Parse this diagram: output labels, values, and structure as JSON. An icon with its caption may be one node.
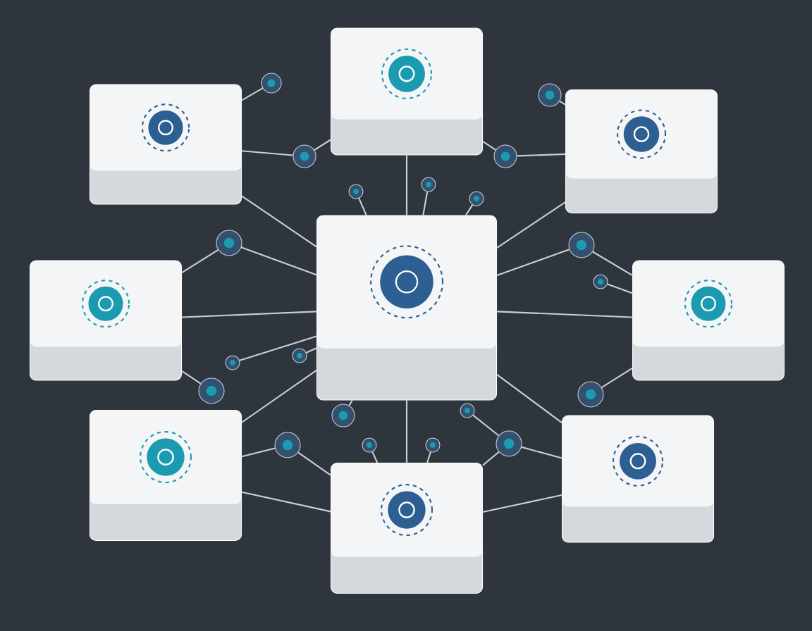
{
  "diagram": {
    "nodes": [
      {
        "text": [],
        "shape": "box"
      },
      {
        "text": [],
        "shape": "box"
      },
      {
        "text": [],
        "shape": "box"
      },
      {
        "text": [],
        "shape": "box"
      },
      {
        "text": [],
        "shape": "box"
      },
      {
        "text": [],
        "shape": "box"
      },
      {
        "text": [],
        "shape": "box"
      },
      {
        "text": [],
        "shape": "box"
      },
      {
        "text": [],
        "shape": "box"
      },
      {
        "text": [],
        "shape": "circle"
      },
      {
        "text": [],
        "shape": "circle"
      },
      {
        "text": [],
        "shape": "circle"
      },
      {
        "text": [],
        "shape": "circle"
      },
      {
        "text": [],
        "shape": "circle"
      },
      {
        "text": [],
        "shape": "circle"
      },
      {
        "text": [],
        "shape": "circle"
      },
      {
        "text": [],
        "shape": "circle"
      },
      {
        "text": [],
        "shape": "circle"
      },
      {
        "text": [],
        "shape": "circle"
      },
      {
        "text": [],
        "shape": "circle"
      },
      {
        "text": [],
        "shape": "circle"
      },
      {
        "text": [],
        "shape": "circle"
      },
      {
        "text": [],
        "shape": "circle"
      },
      {
        "text": [],
        "shape": "circle"
      },
      {
        "text": [],
        "shape": "circle"
      },
      {
        "text": [],
        "shape": "circle"
      },
      {
        "text": [],
        "shape": "circle"
      },
      {
        "text": [],
        "shape": "circle"
      },
      {
        "text": [],
        "shape": "circle"
      }
    ],
    "edges": [
      {
        "from": 9,
        "to": 1,
        "arrow": "none"
      },
      {
        "from": 11,
        "to": 1,
        "arrow": "none"
      },
      {
        "from": 11,
        "to": 0,
        "arrow": "none"
      },
      {
        "from": 12,
        "to": 0,
        "arrow": "none"
      },
      {
        "from": 12,
        "to": 2,
        "arrow": "none"
      },
      {
        "from": 10,
        "to": 2,
        "arrow": "none"
      },
      {
        "from": 0,
        "to": 4,
        "arrow": "none"
      },
      {
        "from": 1,
        "to": 4,
        "arrow": "none"
      },
      {
        "from": 2,
        "to": 4,
        "arrow": "none"
      },
      {
        "from": 20,
        "to": 4,
        "arrow": "none"
      },
      {
        "from": 21,
        "to": 4,
        "arrow": "none"
      },
      {
        "from": 22,
        "to": 4,
        "arrow": "none"
      },
      {
        "from": 13,
        "to": 3,
        "arrow": "none"
      },
      {
        "from": 13,
        "to": 4,
        "arrow": "none"
      },
      {
        "from": 14,
        "to": 5,
        "arrow": "none"
      },
      {
        "from": 14,
        "to": 4,
        "arrow": "none"
      },
      {
        "from": 23,
        "to": 5,
        "arrow": "none"
      },
      {
        "from": 3,
        "to": 4,
        "arrow": "none"
      },
      {
        "from": 5,
        "to": 4,
        "arrow": "none"
      },
      {
        "from": 24,
        "to": 4,
        "arrow": "none"
      },
      {
        "from": 25,
        "to": 4,
        "arrow": "none"
      },
      {
        "from": 15,
        "to": 3,
        "arrow": "none"
      },
      {
        "from": 16,
        "to": 5,
        "arrow": "none"
      },
      {
        "from": 6,
        "to": 4,
        "arrow": "none"
      },
      {
        "from": 7,
        "to": 4,
        "arrow": "none"
      },
      {
        "from": 17,
        "to": 4,
        "arrow": "none"
      },
      {
        "from": 26,
        "to": 19,
        "arrow": "none"
      },
      {
        "from": 8,
        "to": 4,
        "arrow": "none"
      },
      {
        "from": 18,
        "to": 6,
        "arrow": "none"
      },
      {
        "from": 18,
        "to": 8,
        "arrow": "none"
      },
      {
        "from": 19,
        "to": 7,
        "arrow": "none"
      },
      {
        "from": 19,
        "to": 8,
        "arrow": "none"
      },
      {
        "from": 27,
        "to": 8,
        "arrow": "none"
      },
      {
        "from": 28,
        "to": 8,
        "arrow": "none"
      },
      {
        "from": 6,
        "to": 8,
        "arrow": "none"
      },
      {
        "from": 7,
        "to": 8,
        "arrow": "none"
      }
    ]
  }
}
